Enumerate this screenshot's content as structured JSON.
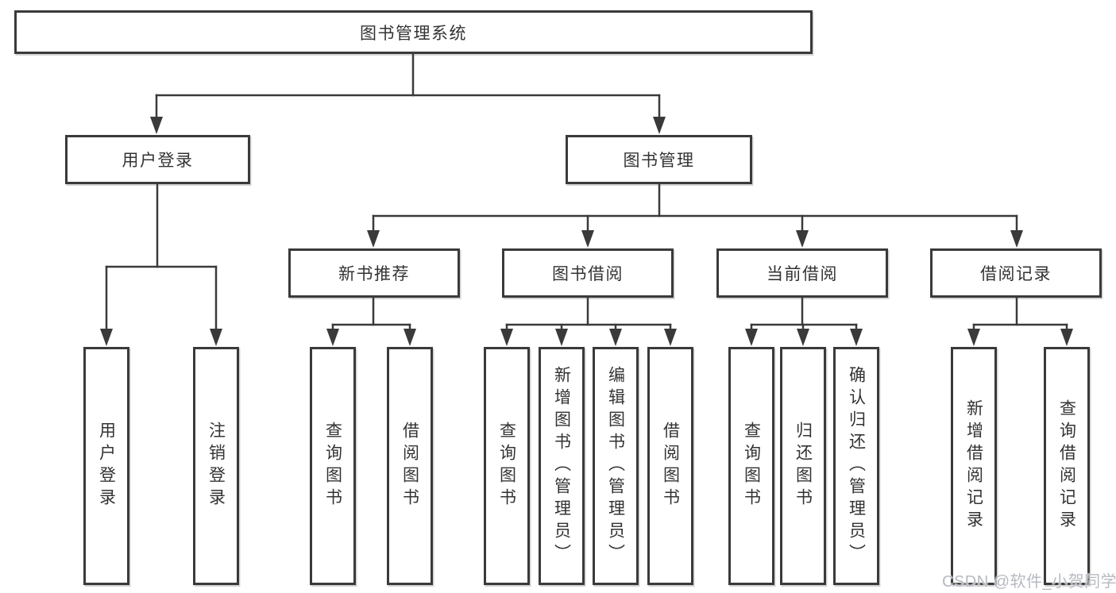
{
  "diagram": {
    "root": "图书管理系统",
    "level2": {
      "user_login": "用户登录",
      "book_mgmt": "图书管理"
    },
    "level3": {
      "new_book_rec": "新书推荐",
      "book_borrow": "图书借阅",
      "current_borrow": "当前借阅",
      "borrow_record": "借阅记录"
    },
    "leaves": {
      "user_login": [
        "用户登录",
        "注销登录"
      ],
      "new_book_rec": [
        "查询图书",
        "借阅图书"
      ],
      "book_borrow": [
        "查询图书",
        "新增图书（管理员）",
        "编辑图书（管理员）",
        "借阅图书"
      ],
      "current_borrow": [
        "查询图书",
        "归还图书",
        "确认归还（管理员）"
      ],
      "borrow_record": [
        "新增借阅记录",
        "查询借阅记录"
      ]
    }
  },
  "watermark": "CSDN @软件_小贺同学",
  "colors": {
    "line": "#3a3a3a",
    "box_text": "#333333",
    "background": "#ffffff",
    "watermark": "#b6bac1"
  }
}
